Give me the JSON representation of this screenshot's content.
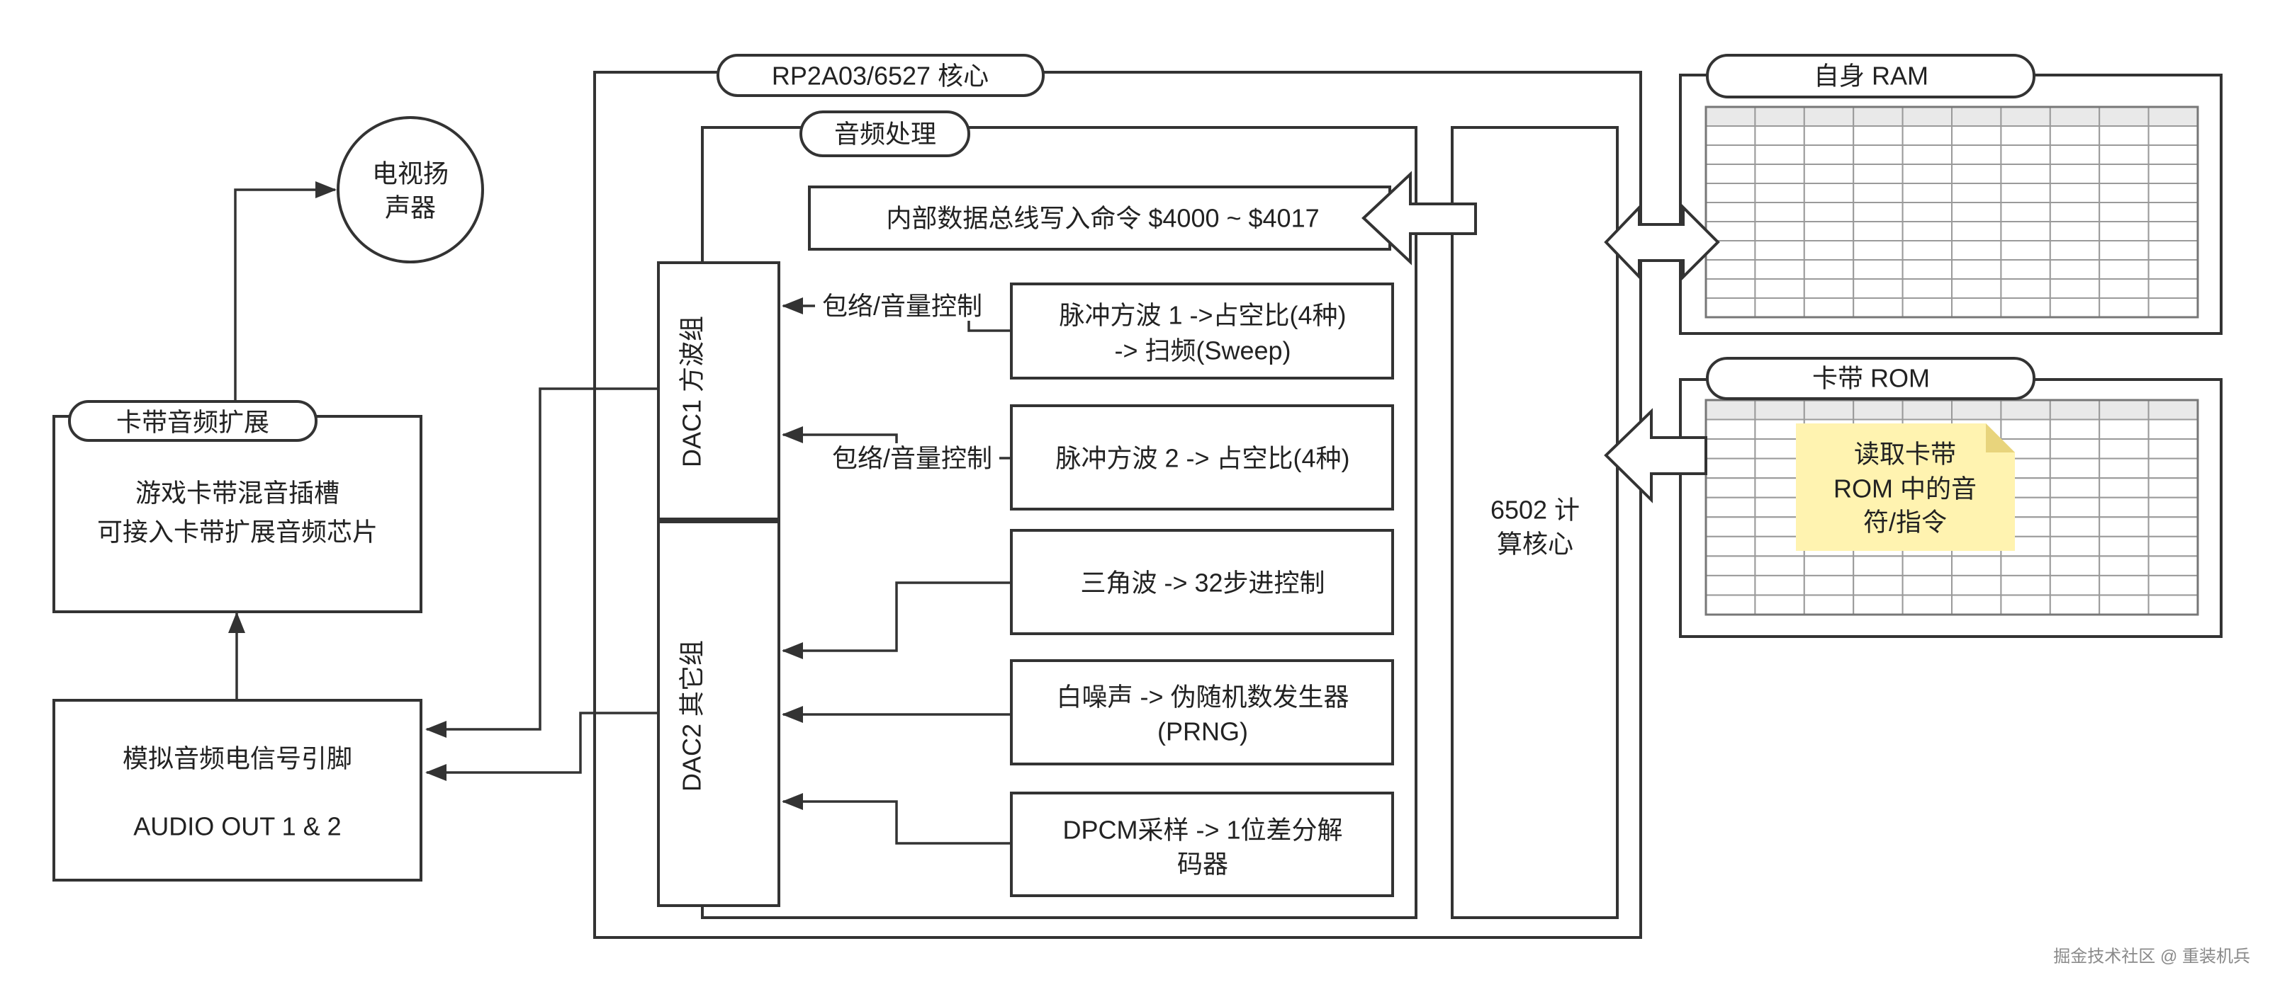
{
  "speaker": {
    "lines": [
      "电视扬",
      "声器"
    ]
  },
  "cartridge_expansion": {
    "tab": "卡带音频扩展",
    "lines": [
      "游戏卡带混音插槽",
      "可接入卡带扩展音频芯片"
    ]
  },
  "audio_out": {
    "lines": [
      "模拟音频电信号引脚",
      "AUDIO OUT 1 & 2"
    ]
  },
  "core": {
    "tab": "RP2A03/6527 核心"
  },
  "audio_processing": {
    "tab": "音频处理",
    "bus_write": "内部数据总线写入命令 $4000 ~ $4017"
  },
  "dac1": {
    "label": "DAC1 方波组"
  },
  "dac2": {
    "label": "DAC2 其它组"
  },
  "channels": {
    "pulse1": {
      "lines": [
        "脉冲方波 1 ->占空比(4种)",
        "-> 扫频(Sweep)"
      ],
      "control": "包络/音量控制"
    },
    "pulse2": {
      "lines": [
        "脉冲方波 2 -> 占空比(4种)"
      ],
      "control": "包络/音量控制"
    },
    "triangle": {
      "lines": [
        "三角波 -> 32步进控制"
      ]
    },
    "noise": {
      "lines": [
        "白噪声 -> 伪随机数发生器",
        "(PRNG)"
      ]
    },
    "dpcm": {
      "lines": [
        "DPCM采样 -> 1位差分解",
        "码器"
      ]
    }
  },
  "cpu": {
    "lines": [
      "6502 计",
      "算核心"
    ]
  },
  "ram": {
    "tab": "自身 RAM"
  },
  "rom": {
    "tab": "卡带 ROM",
    "note": [
      "读取卡带",
      "ROM 中的音",
      "符/指令"
    ]
  },
  "watermark": "掘金技术社区 @ 重装机兵",
  "colors": {
    "stroke": "#333333",
    "fill": "#ffffff",
    "text": "#222222",
    "note": "#fff3b0",
    "note_fold": "#e8d47c",
    "table_header": "#e9e9e9",
    "table_line": "#9a9a9a",
    "watermark": "#8a8a8a"
  }
}
